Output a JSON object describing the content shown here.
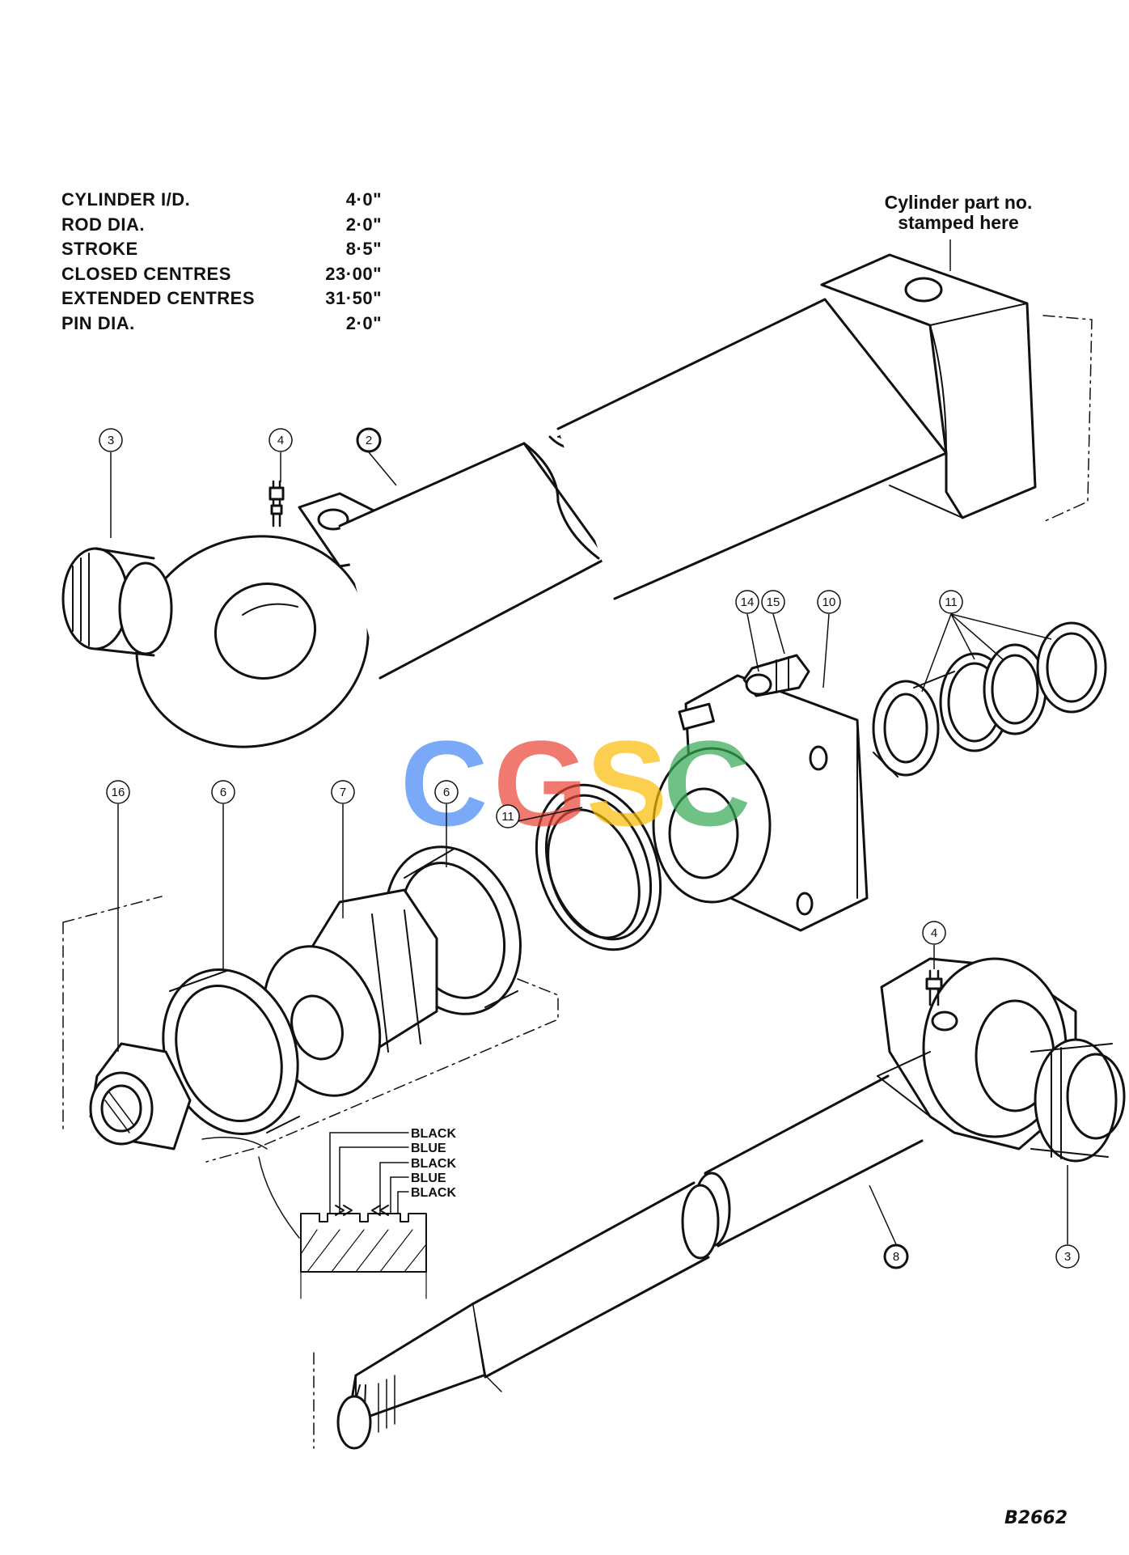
{
  "specs": [
    {
      "label": "CYLINDER  I/D.",
      "value": "4·0\""
    },
    {
      "label": "ROD DIA.",
      "value": "2·0\""
    },
    {
      "label": "STROKE",
      "value": "8·5\""
    },
    {
      "label": "CLOSED CENTRES",
      "value": "23·00\""
    },
    {
      "label": "EXTENDED CENTRES",
      "value": "31·50\""
    },
    {
      "label": "PIN DIA.",
      "value": "2·0\""
    }
  ],
  "stamp_note": {
    "line1": "Cylinder  part  no.",
    "line2": "stamped  here"
  },
  "callouts": {
    "c1": "3",
    "c2": "4",
    "c3": "2",
    "c4": "14",
    "c5": "15",
    "c6": "10",
    "c7": "11",
    "c8": "16",
    "c9": "6",
    "c10": "7",
    "c11": "6",
    "c12": "11",
    "c13": "4",
    "c14": "8",
    "c15": "3"
  },
  "seal_colors": [
    "BLACK",
    "BLUE",
    "BLACK",
    "BLUE",
    "BLACK"
  ],
  "watermark": "CGSC",
  "watermark_colors": [
    "#4285F4",
    "#EA4335",
    "#FBBC05",
    "#34A853"
  ],
  "drawing_code": "B2662"
}
